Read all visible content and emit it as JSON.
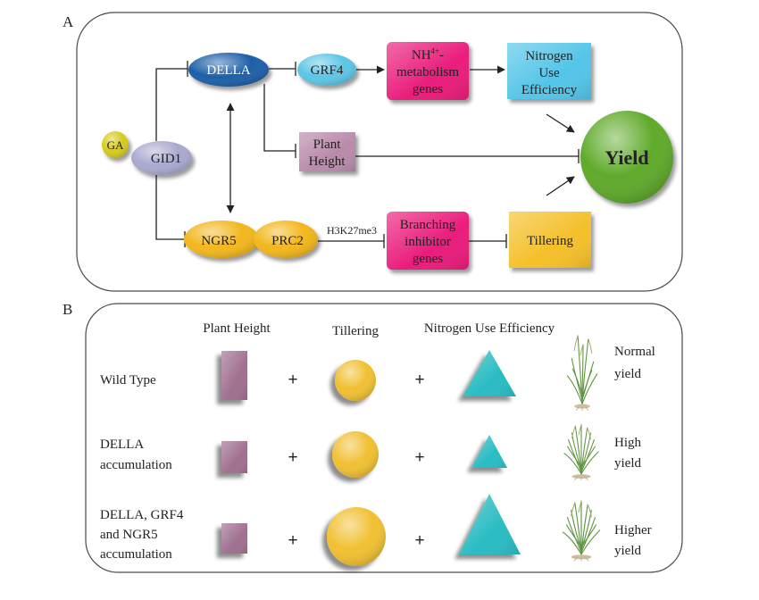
{
  "panel_a": {
    "label": "A",
    "ga": "GA",
    "gid1": "GID1",
    "della": "DELLA",
    "grf4": "GRF4",
    "nh4_genes": {
      "base": "NH",
      "sup": "4+",
      "suffix": "-",
      "line2": "metabolism",
      "line3": "genes"
    },
    "nue": [
      "Nitrogen",
      "Use",
      "Efficiency"
    ],
    "plant_height": [
      "Plant",
      "Height"
    ],
    "yield": "Yield",
    "ngr5": "NGR5",
    "prc2": "PRC2",
    "h3k27me3": "H3K27me3",
    "branching_genes": [
      "Branching",
      "inhibitor",
      "genes"
    ],
    "tillering": "Tillering"
  },
  "panel_b": {
    "label": "B",
    "columns": [
      "Plant Height",
      "Tillering",
      "Nitrogen Use Efficiency"
    ],
    "plus": "+",
    "rows": [
      {
        "label": [
          "Wild Type"
        ],
        "outcome": [
          "Normal",
          "yield"
        ]
      },
      {
        "label": [
          "DELLA",
          "accumulation"
        ],
        "outcome": [
          "High",
          "yield"
        ]
      },
      {
        "label": [
          "DELLA, GRF4",
          "and NGR5",
          "accumulation"
        ],
        "outcome": [
          "Higher",
          "yield"
        ]
      }
    ]
  },
  "colors": {
    "ga": "#d6cb1e",
    "gid1": "#a9a9cf",
    "della": "#1f5ea8",
    "grf4": "#5cc6e6",
    "nh4_box": "#ea1f7b",
    "nue_box": "#52c5e8",
    "plant_height_box": "#b98aab",
    "ngr5": "#f3b71f",
    "prc2": "#f3b71f",
    "branching_box": "#ea1f7b",
    "tillering_box": "#f4c02c",
    "yield": "#5faa2c",
    "height_shape": "#a0708f",
    "tillering_shape": "#f1c030",
    "nue_shape": "#2cbcc3"
  },
  "icons": {
    "plant": "rice-plant-icon"
  }
}
